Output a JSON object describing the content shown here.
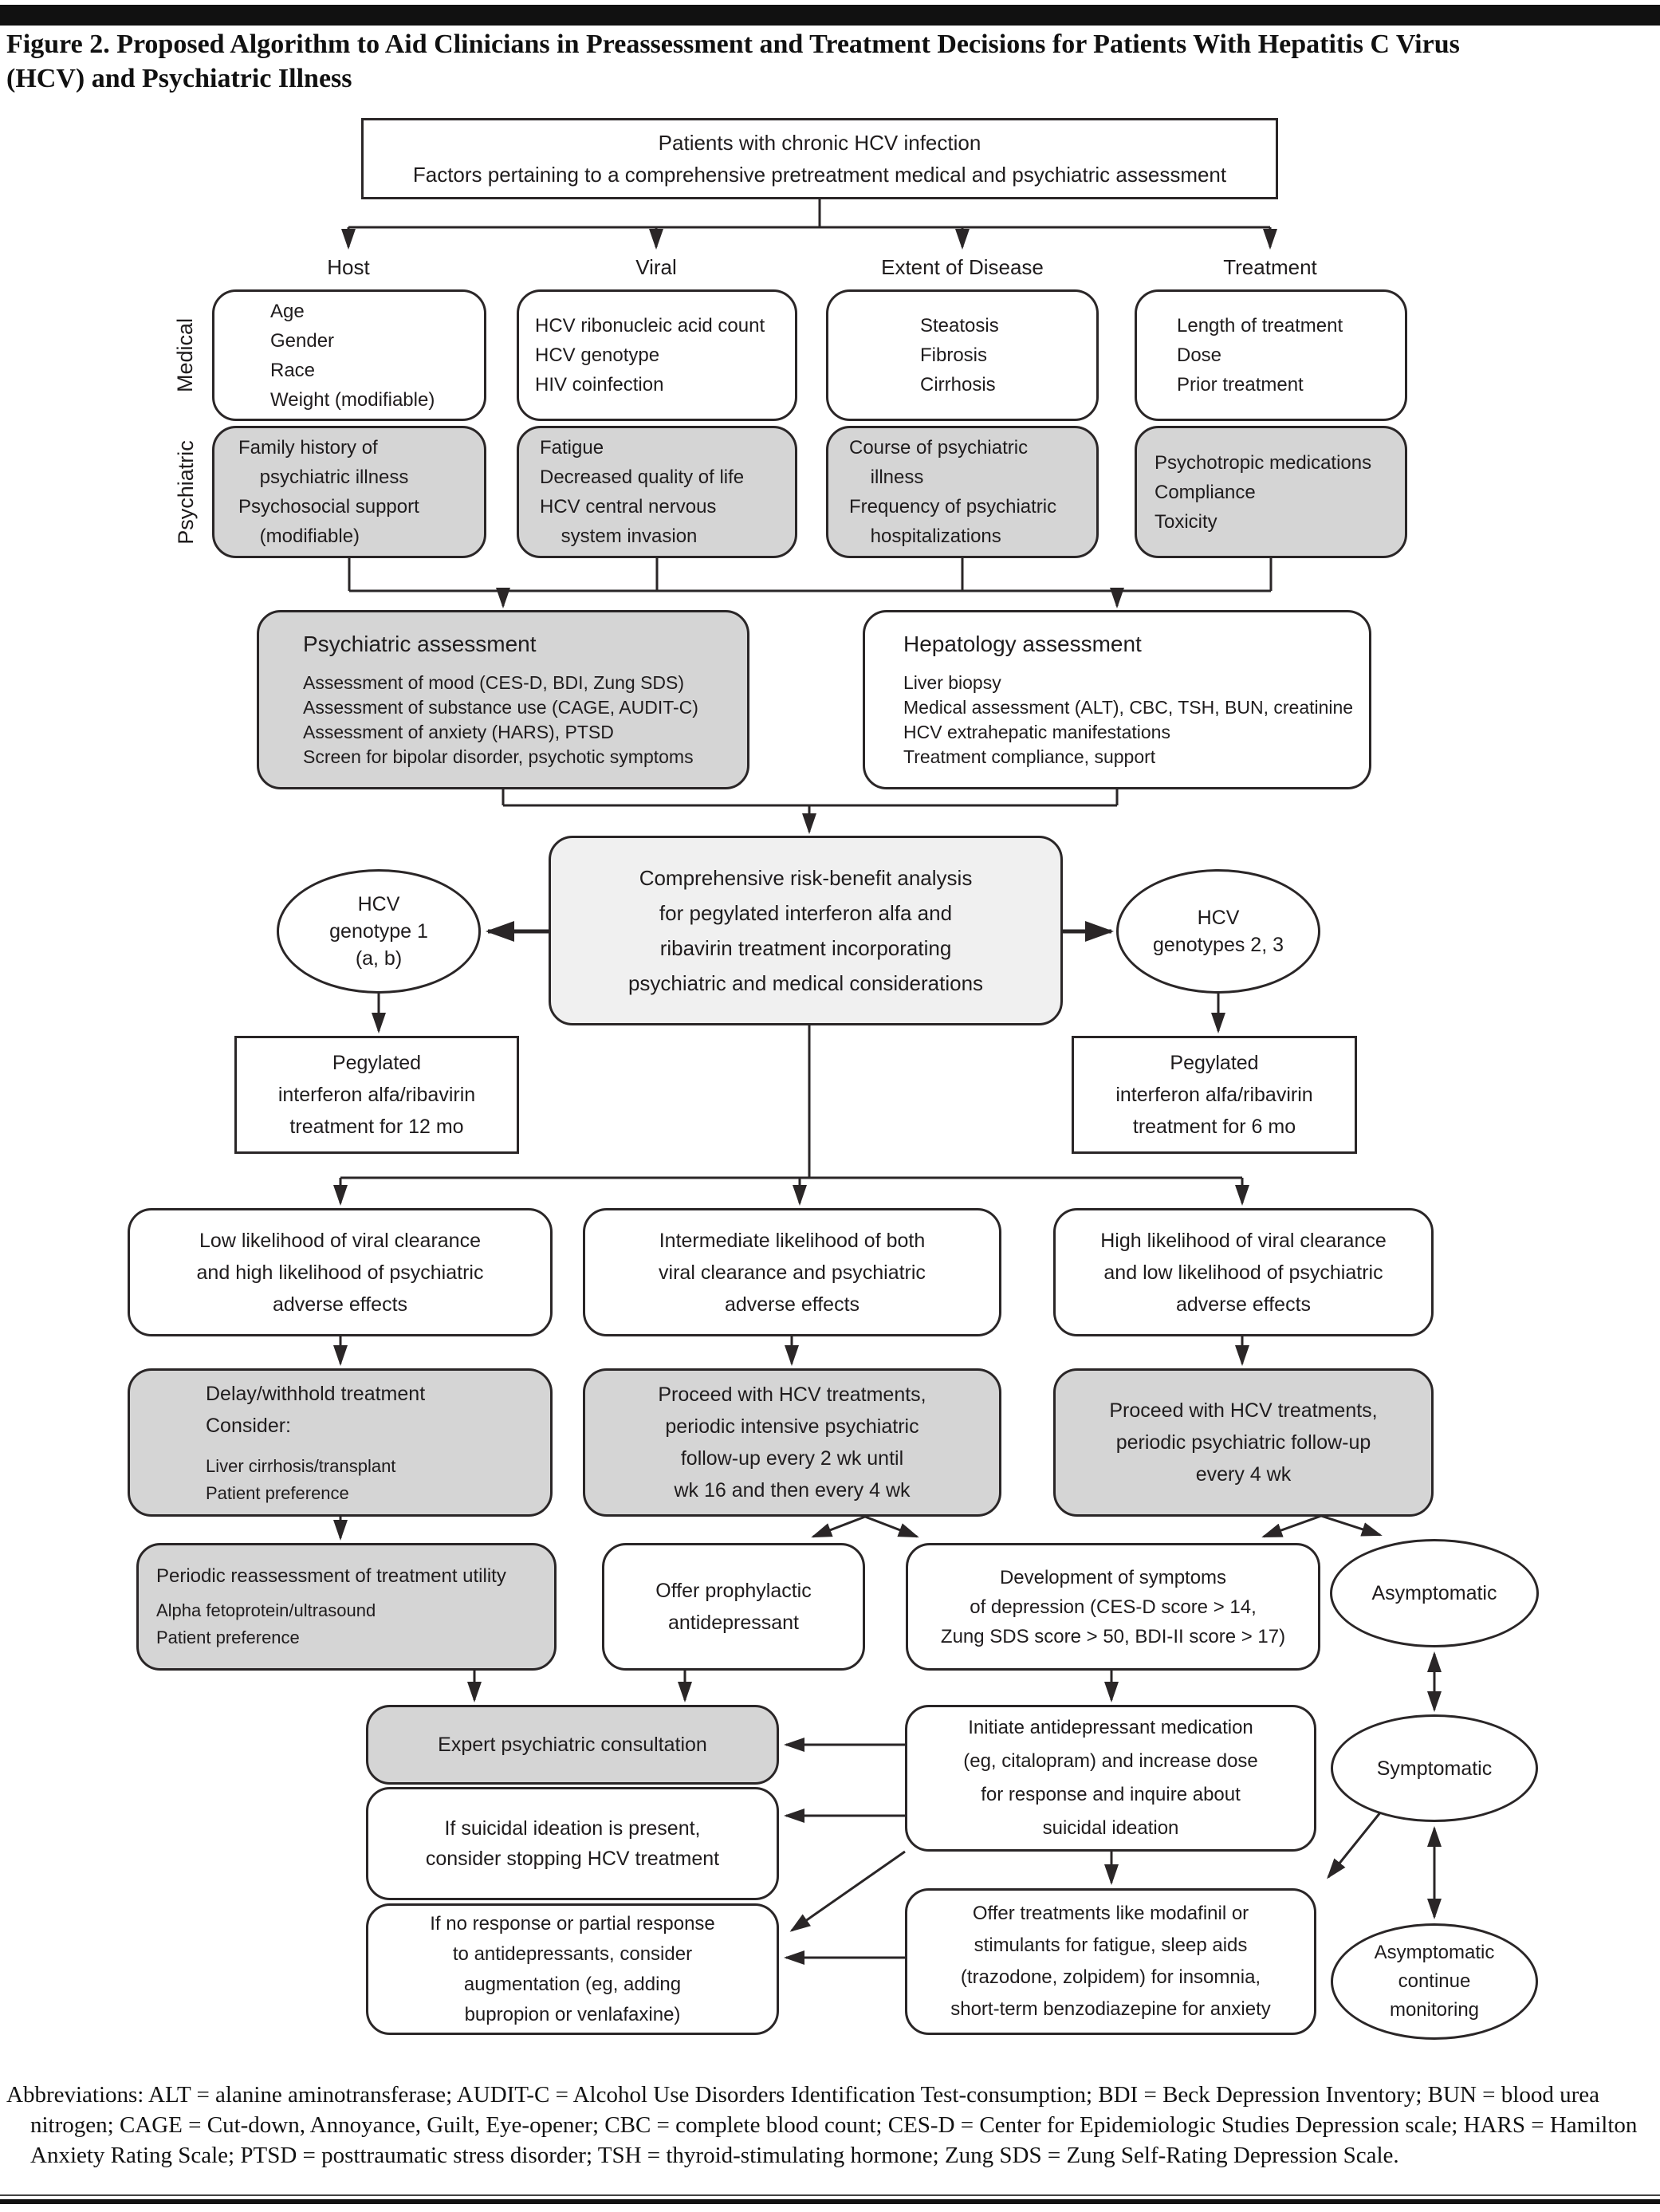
{
  "figure_title": "Figure 2. Proposed Algorithm to Aid Clinicians in Preassessment and Treatment Decisions for Patients With Hepatitis C Virus\n(HCV) and Psychiatric Illness",
  "colors": {
    "node_gray": "#d5d5d5",
    "node_light": "#f0f0f0",
    "line": "#2a2627"
  },
  "top_box": "Patients with chronic HCV infection\nFactors pertaining to a comprehensive pretreatment medical and psychiatric assessment",
  "column_headers": [
    "Host",
    "Viral",
    "Extent of Disease",
    "Treatment"
  ],
  "row_labels": {
    "medical": "Medical",
    "psychiatric": "Psychiatric"
  },
  "medical_boxes": [
    "Age\nGender\nRace\nWeight (modifiable)",
    "HCV ribonucleic acid count\nHCV genotype\nHIV coinfection",
    "Steatosis\nFibrosis\nCirrhosis",
    "Length of treatment\nDose\nPrior treatment"
  ],
  "psychiatric_boxes": [
    "Family history of\n    psychiatric illness\nPsychosocial support\n    (modifiable)",
    "Fatigue\nDecreased quality of life\nHCV central nervous\n    system invasion",
    "Course of psychiatric\n    illness\nFrequency of psychiatric\n    hospitalizations",
    "Psychotropic medications\nCompliance\nToxicity"
  ],
  "psych_assessment": {
    "title": "Psychiatric assessment",
    "body": "Assessment of mood (CES-D, BDI, Zung SDS)\nAssessment of substance use (CAGE, AUDIT-C)\nAssessment of anxiety (HARS), PTSD\nScreen for bipolar disorder, psychotic symptoms"
  },
  "hep_assessment": {
    "title": "Hepatology assessment",
    "body": "Liver biopsy\nMedical assessment (ALT), CBC, TSH, BUN, creatinine\nHCV extrahepatic manifestations\nTreatment compliance, support"
  },
  "risk_box": "Comprehensive risk-benefit analysis\nfor pegylated interferon alfa and\nribavirin treatment incorporating\npsychiatric and medical considerations",
  "genotype1_ellipse": "HCV\ngenotype 1\n(a, b)",
  "genotype23_ellipse": "HCV\ngenotypes 2, 3",
  "peg12_box": "Pegylated\ninterferon alfa/ribavirin\ntreatment for 12 mo",
  "peg6_box": "Pegylated\ninterferon alfa/ribavirin\ntreatment for 6 mo",
  "likelihood_boxes": [
    "Low likelihood of viral clearance\nand high likelihood of psychiatric\nadverse effects",
    "Intermediate likelihood of both\nviral clearance and psychiatric\nadverse effects",
    "High likelihood of viral clearance\nand low likelihood of psychiatric\nadverse effects"
  ],
  "action_delay": {
    "main": "Delay/withhold treatment\nConsider:",
    "sub": "Liver cirrhosis/transplant\nPatient preference"
  },
  "action_proceed_intensive": "Proceed with HCV treatments,\nperiodic intensive psychiatric\nfollow-up every 2 wk until\nwk 16 and then every 4 wk",
  "action_proceed_periodic": "Proceed with HCV treatments,\nperiodic psychiatric follow-up\nevery 4 wk",
  "periodic_reassessment": {
    "main": "Periodic reassessment of treatment utility",
    "sub": "Alpha fetoprotein/ultrasound\nPatient preference"
  },
  "offer_prophylactic": "Offer prophylactic\nantidepressant",
  "development_symptoms": "Development of symptoms\nof depression (CES-D score > 14,\nZung SDS score > 50, BDI-II score > 17)",
  "asymptomatic_ellipse": "Asymptomatic",
  "expert_consult": "Expert psychiatric consultation",
  "suicidal_box": "If suicidal ideation is present,\nconsider stopping HCV treatment",
  "no_response_box": "If no response or partial response\nto antidepressants, consider\naugmentation (eg, adding\nbupropion or venlafaxine)",
  "initiate_box": "Initiate antidepressant medication\n(eg, citalopram) and increase dose\nfor response and inquire about\nsuicidal ideation",
  "offer_treatments_box": "Offer treatments like modafinil or\nstimulants for fatigue, sleep aids\n(trazodone, zolpidem) for insomnia,\nshort-term benzodiazepine for anxiety",
  "symptomatic_ellipse": "Symptomatic",
  "asymptomatic_monitor_ellipse": "Asymptomatic\ncontinue\nmonitoring",
  "abbreviations": "Abbreviations: ALT = alanine aminotransferase; AUDIT-C = Alcohol Use Disorders Identification Test-consumption; BDI = Beck Depression Inventory; BUN = blood urea nitrogen; CAGE = Cut-down, Annoyance, Guilt, Eye-opener; CBC = complete blood count; CES-D = Center for Epidemiologic Studies Depression scale; HARS = Hamilton Anxiety Rating Scale; PTSD = posttraumatic stress disorder; TSH = thyroid-stimulating hormone; Zung SDS = Zung Self-Rating Depression Scale."
}
